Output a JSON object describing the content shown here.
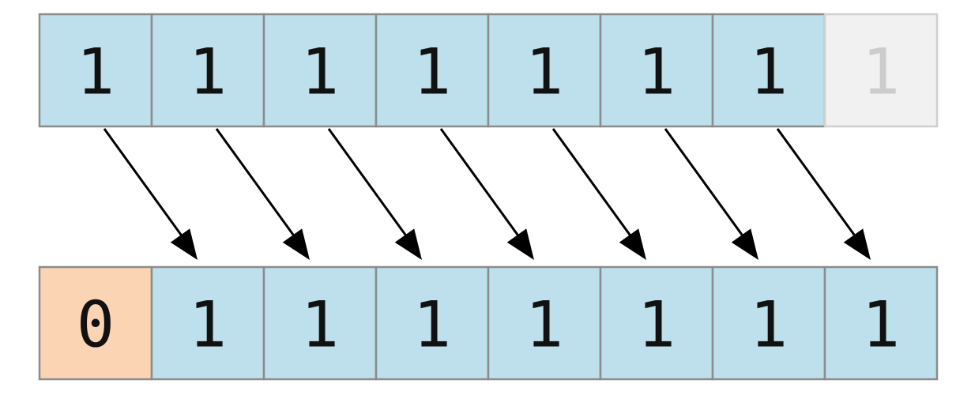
{
  "colors": {
    "active_fill": "#bde0ec",
    "faded_fill": "#f1f1f1",
    "zero_fill": "#fad4b3",
    "cell_border": "#8c8c8c",
    "faded_border": "#cfcfcf",
    "text": "#111111",
    "faded_text": "#cccccc",
    "arrow": "#000000"
  },
  "source_row": {
    "cells": [
      {
        "value": "1",
        "state": "active"
      },
      {
        "value": "1",
        "state": "active"
      },
      {
        "value": "1",
        "state": "active"
      },
      {
        "value": "1",
        "state": "active"
      },
      {
        "value": "1",
        "state": "active"
      },
      {
        "value": "1",
        "state": "active"
      },
      {
        "value": "1",
        "state": "active"
      },
      {
        "value": "1",
        "state": "dropped"
      }
    ]
  },
  "result_row": {
    "cells": [
      {
        "value": "0",
        "state": "inserted"
      },
      {
        "value": "1",
        "state": "active"
      },
      {
        "value": "1",
        "state": "active"
      },
      {
        "value": "1",
        "state": "active"
      },
      {
        "value": "1",
        "state": "active"
      },
      {
        "value": "1",
        "state": "active"
      },
      {
        "value": "1",
        "state": "active"
      },
      {
        "value": "1",
        "state": "active"
      }
    ]
  },
  "arrows": [
    {
      "from": 0,
      "to": 1
    },
    {
      "from": 1,
      "to": 2
    },
    {
      "from": 2,
      "to": 3
    },
    {
      "from": 3,
      "to": 4
    },
    {
      "from": 4,
      "to": 5
    },
    {
      "from": 5,
      "to": 6
    },
    {
      "from": 6,
      "to": 7
    }
  ]
}
